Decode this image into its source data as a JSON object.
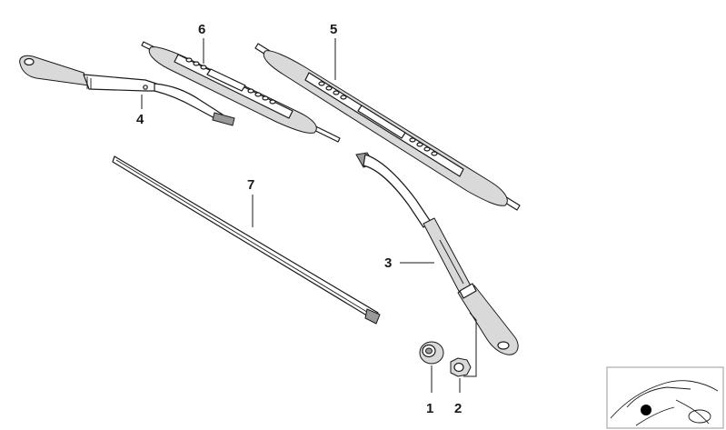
{
  "callouts": {
    "c1": "1",
    "c2": "2",
    "c3": "3",
    "c4": "4",
    "c5": "5",
    "c6": "6",
    "c7": "7"
  },
  "inset": {
    "icon": "car-location-thumbnail-icon",
    "marker_color": "#000000"
  }
}
